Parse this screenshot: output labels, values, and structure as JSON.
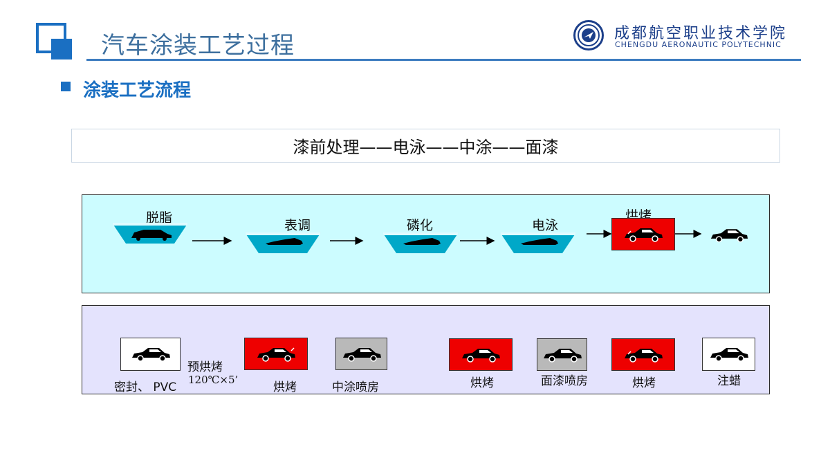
{
  "header": {
    "title": "汽车涂装工艺过程",
    "logo_cn": "成都航空职业技术学院",
    "logo_en": "CHENGDU AERONAUTIC POLYTECHNIC"
  },
  "section": {
    "title": "涂装工艺流程"
  },
  "summary": {
    "text": "漆前处理——电泳——中涂——面漆"
  },
  "pretreatment": {
    "steps": [
      "脱脂",
      "表调",
      "磷化",
      "电泳",
      "烘烤"
    ]
  },
  "painting": {
    "steps": [
      "密封、 PVC",
      "烘烤",
      "中涂喷房",
      "烘烤",
      "面漆喷房",
      "烘烤",
      "注蜡"
    ],
    "prebake_label": "预烘烤",
    "prebake_condition": "120℃×5’"
  },
  "colors": {
    "accent": "#1a6fc2",
    "tank": "#00aacc",
    "oven": "#ee0000",
    "booth": "#b9b9b9"
  }
}
